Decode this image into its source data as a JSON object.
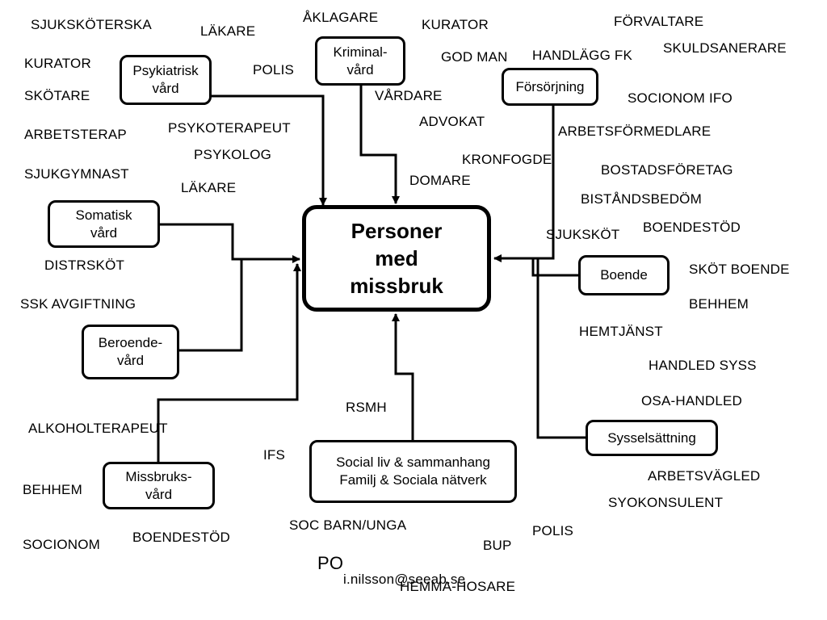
{
  "center": "Personer\nmed\nmissbruk",
  "boxes": {
    "psykiatrisk": "Psykiatrisk\nvård",
    "kriminal": "Kriminal-\nvård",
    "forsorjning": "Försörjning",
    "somatisk": "Somatisk\nvård",
    "boende": "Boende",
    "beroende": "Beroende-\nvård",
    "sysselsattning": "Sysselsättning",
    "missbruk": "Missbruks-\nvård",
    "social": "Social liv & sammanhang\nFamilj & Sociala nätverk"
  },
  "labels": [
    "SJUKSKÖTERSKA",
    "LÄKARE",
    "ÅKLAGARE",
    "KURATOR",
    "FÖRVALTARE",
    "KURATOR",
    "POLIS",
    "GOD MAN",
    "HANDLÄGG FK",
    "SKULDSANERARE",
    "SKÖTARE",
    "VÅRDARE",
    "SOCIONOM IFO",
    "ARBETSTERAP",
    "PSYKOTERAPEUT",
    "ADVOKAT",
    "ARBETSFÖRMEDLARE",
    "PSYKOLOG",
    "KRONFOGDE",
    "SJUKGYMNAST",
    "BOSTADSFÖRETAG",
    "DOMARE",
    "LÄKARE",
    "BISTÅNDSBEDÖM",
    "BOENDESTÖD",
    "SJUKSKÖT",
    "DISTRSKÖT",
    "SKÖT BOENDE",
    "SSK AVGIFTNING",
    "BEHHEM",
    "HEMTJÄNST",
    "HANDLED SYSS",
    "OSA-HANDLED",
    "RSMH",
    "ALKOHOLTERAPEUT",
    "IFS",
    "ARBETSVÄGLED",
    "BEHHEM",
    "SYOKONSULENT",
    "SOC BARN/UNGA",
    "POLIS",
    "SOCIONOM",
    "BOENDESTÖD",
    "BUP",
    "HEMMA-HOSARE"
  ],
  "footer": {
    "po": "PO",
    "email": "i.nilsson@seeab.se"
  }
}
